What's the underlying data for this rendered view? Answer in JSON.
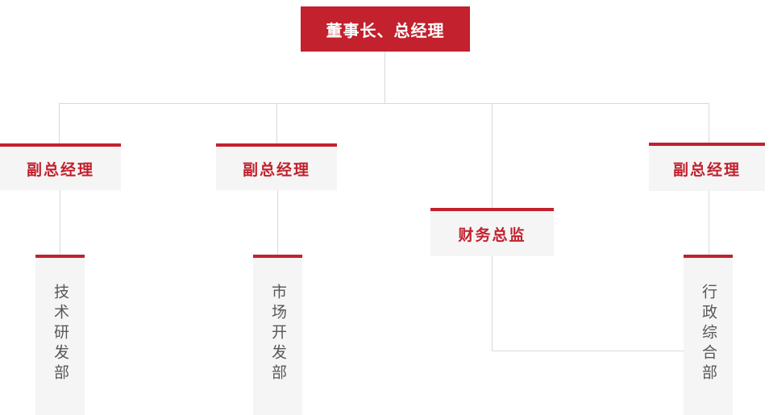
{
  "org_chart": {
    "title": "company-organization-chart",
    "root": {
      "id": "root",
      "label": "董事长、总经理"
    },
    "level2": [
      {
        "id": "vp-1",
        "label": "副总经理"
      },
      {
        "id": "vp-2",
        "label": "副总经理"
      },
      {
        "id": "cfo",
        "label": "财务总监"
      },
      {
        "id": "vp-3",
        "label": "副总经理"
      }
    ],
    "level3": [
      {
        "id": "dept-tech-rd",
        "label": "技术研发部"
      },
      {
        "id": "dept-market-dev",
        "label": "市场开发部"
      },
      {
        "id": "dept-admin-general",
        "label": "行政综合部"
      }
    ],
    "edges": [
      {
        "from": "root",
        "to": "vp-1"
      },
      {
        "from": "root",
        "to": "vp-2"
      },
      {
        "from": "root",
        "to": "cfo"
      },
      {
        "from": "root",
        "to": "vp-3"
      },
      {
        "from": "vp-1",
        "to": "dept-tech-rd"
      },
      {
        "from": "vp-2",
        "to": "dept-market-dev"
      },
      {
        "from": "vp-3",
        "to": "dept-admin-general"
      },
      {
        "from": "cfo",
        "to": "dept-admin-general"
      }
    ],
    "colors": {
      "accent_red": "#c2212d",
      "box_bg": "#f5f5f5",
      "line": "#d9d9d9",
      "dept_text": "#595757",
      "root_text": "#ffffff",
      "background": "#ffffff"
    }
  }
}
